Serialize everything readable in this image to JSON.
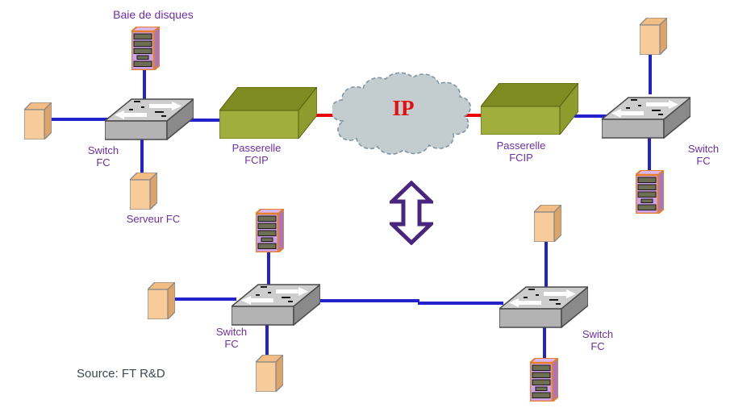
{
  "diagram": {
    "top_scenario": {
      "disk_array_label": "Baie de disques",
      "server_label": "Serveur FC",
      "switch_left": {
        "label_line1": "Switch",
        "label_line2": "FC"
      },
      "gateway_left": {
        "label_line1": "Passerelle",
        "label_line2": "FCIP"
      },
      "cloud_label": "IP",
      "gateway_right": {
        "label_line1": "Passerelle",
        "label_line2": "FCIP"
      },
      "switch_right": {
        "label_line1": "Switch",
        "label_line2": "FC"
      }
    },
    "bottom_scenario": {
      "switch_left": {
        "label_line1": "Switch",
        "label_line2": "FC"
      },
      "switch_right": {
        "label_line1": "Switch",
        "label_line2": "FC"
      }
    },
    "source_note": "Source: FT R&D",
    "colors": {
      "fc_link_blue": "#2121ce",
      "ip_link_red": "#ee0000",
      "label_purple": "#6e2ea8",
      "ip_text_red": "#e60f0f",
      "cloud_fill": "#c3cdcf",
      "cloud_border": "#7e95a5",
      "gateway_green_front": "#a0ae3e",
      "gateway_green_top": "#7d8b20",
      "switch_gray_front": "#b3b3b3",
      "server_tan": "#f8cb9a",
      "disk_array_lavender": "#cda2e8",
      "disk_array_border_orange": "#e87e28",
      "arrow_purple": "#4a2580",
      "source_text_gray": "#3d4852"
    },
    "icons": {
      "switch": "fc-switch-3d-box-icon",
      "server": "server-3d-box-icon",
      "disk_array": "disk-array-tower-icon",
      "gateway": "fcip-gateway-3d-box-icon",
      "cloud": "ip-cloud-icon",
      "arrow": "up-down-double-arrow-icon"
    }
  }
}
